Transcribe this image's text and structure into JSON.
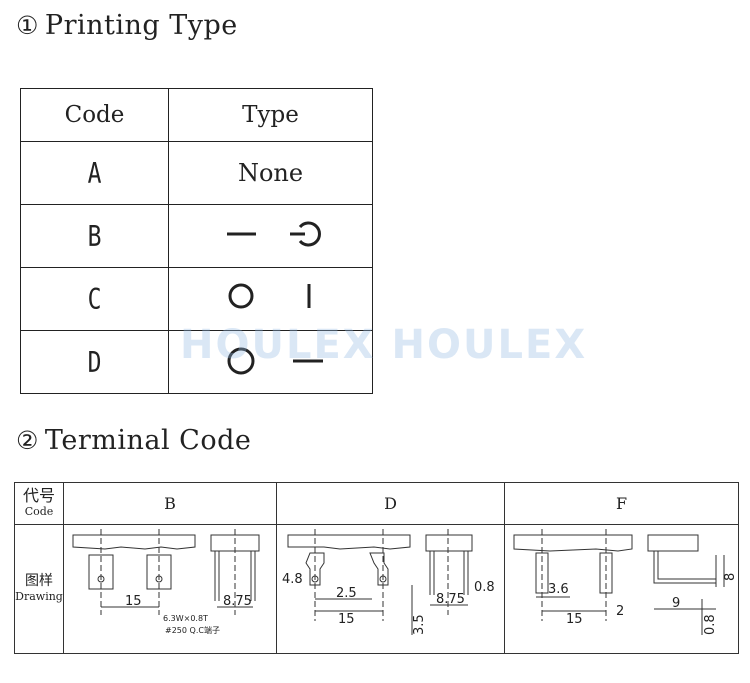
{
  "section1": {
    "number": "①",
    "title": "Printing Type"
  },
  "printing_table": {
    "header_code": "Code",
    "header_type": "Type",
    "rows": [
      {
        "code": "A",
        "type_text": "None",
        "symbols": []
      },
      {
        "code": "B",
        "type_text": "",
        "symbols": [
          "dash-icon",
          "power-icon"
        ]
      },
      {
        "code": "C",
        "type_text": "",
        "symbols": [
          "circle-icon",
          "bar-icon"
        ]
      },
      {
        "code": "D",
        "type_text": "",
        "symbols": [
          "circle-icon",
          "dash-icon"
        ]
      }
    ]
  },
  "watermark": "HOULEX HOULEX",
  "section2": {
    "number": "②",
    "title": "Terminal Code"
  },
  "terminal_table": {
    "label_code_cn": "代号",
    "label_code_en": "Code",
    "label_drawing_cn": "图样",
    "label_drawing_en": "Drawing",
    "columns": [
      {
        "code": "B",
        "dims": [
          "15",
          "8.75",
          "6.3W×0.8T",
          "#250 Q.C端子"
        ]
      },
      {
        "code": "D",
        "dims": [
          "4.8",
          "2.5",
          "15",
          "3.5",
          "8.75",
          "0.8"
        ]
      },
      {
        "code": "F",
        "dims": [
          "3.6",
          "15",
          "2",
          "9",
          "8",
          "0.8"
        ]
      }
    ]
  }
}
